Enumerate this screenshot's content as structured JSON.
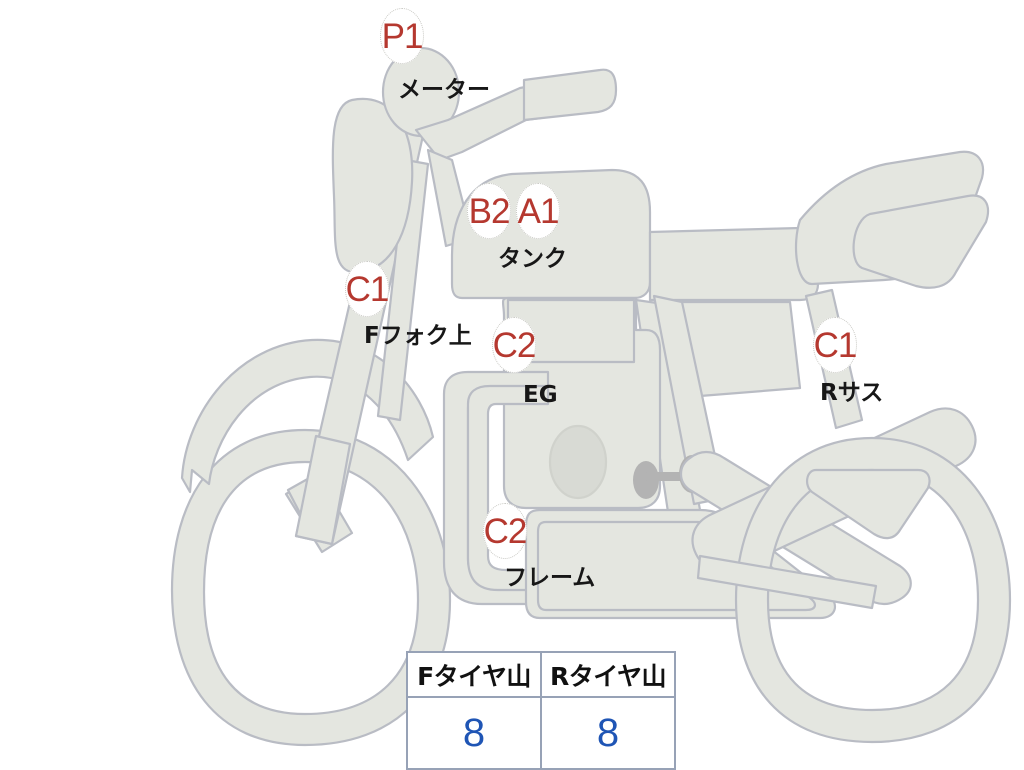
{
  "diagram": {
    "title": "motorcycle-inspection-diagram",
    "subject": "motorcycle-side-view",
    "colors": {
      "body_fill": "#e4e6e0",
      "body_stroke": "#b9bcc4",
      "marker_text": "#b5382f",
      "label_text": "#171717",
      "table_border": "#97a2b6",
      "table_value": "#1f55b5",
      "background": "#ffffff"
    }
  },
  "markers": [
    {
      "id": "meter",
      "grade": "P1",
      "part": "メーター"
    },
    {
      "id": "tank_b",
      "grade": "B2",
      "part": ""
    },
    {
      "id": "tank_a",
      "grade": "A1",
      "part": "タンク"
    },
    {
      "id": "fork",
      "grade": "C1",
      "part": "Fフォク上"
    },
    {
      "id": "engine",
      "grade": "C2",
      "part": "EG"
    },
    {
      "id": "rsus",
      "grade": "C1",
      "part": "Rサス"
    },
    {
      "id": "frame",
      "grade": "C2",
      "part": "フレーム"
    }
  ],
  "tire_table": {
    "headers": [
      "Fタイヤ山",
      "Rタイヤ山"
    ],
    "values": [
      "8",
      "8"
    ]
  }
}
